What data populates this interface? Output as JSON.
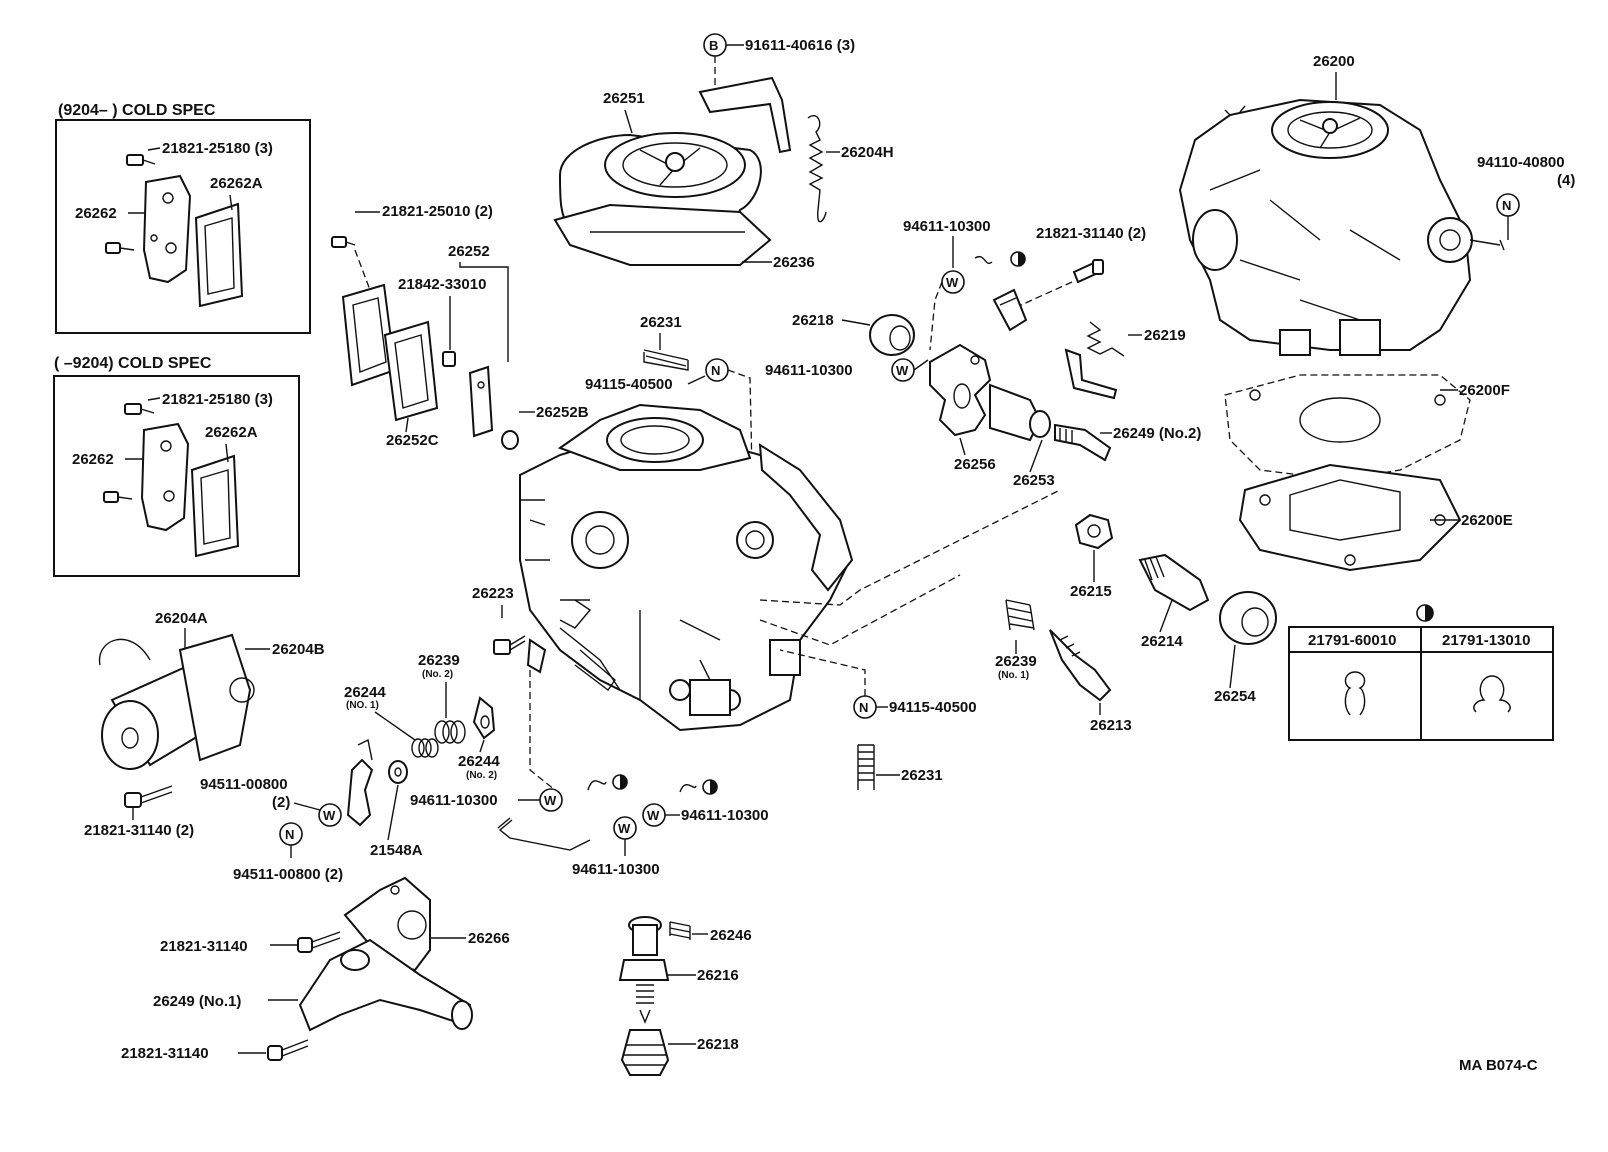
{
  "diagram_code": "MA B074-C",
  "boxes": {
    "cold_spec_new": {
      "heading": "(9204–          ) COLD SPEC",
      "bolt": "21821-25180 (3)",
      "plate": "26262",
      "gasket": "26262A"
    },
    "cold_spec_old": {
      "heading": "(          –9204) COLD SPEC",
      "bolt": "21821-25180 (3)",
      "plate": "26262",
      "gasket": "26262A"
    }
  },
  "clip_table": {
    "symbol": "half-filled-circle",
    "col1": "21791-60010",
    "col2": "21791-13010"
  },
  "labels": {
    "l_91611": "91611-40616 (3)",
    "l_26251": "26251",
    "l_26204H": "26204H",
    "l_26236": "26236",
    "l_26200": "26200",
    "l_94110": "94110-40800",
    "l_94110_q": "(4)",
    "l_21821_25010": "21821-25010 (2)",
    "l_26252": "26252",
    "l_21842": "21842-33010",
    "l_26252B": "26252B",
    "l_26252C": "26252C",
    "l_26231_top": "26231",
    "l_94115_top": "94115-40500",
    "l_94611_a": "94611-10300",
    "l_21821_31140_top": "21821-31140 (2)",
    "l_26218_top": "26218",
    "l_26219": "26219",
    "l_94611_b": "94611-10300",
    "l_26256": "26256",
    "l_26253": "26253",
    "l_26249_no2": "26249 (No.2)",
    "l_26200F": "26200F",
    "l_26200E": "26200E",
    "l_26215": "26215",
    "l_26214": "26214",
    "l_26254": "26254",
    "l_26223": "26223",
    "l_26239_no2": "26239",
    "l_26239_no2_s": "(No. 2)",
    "l_26244_no1": "26244",
    "l_26244_no1_s": "(NO. 1)",
    "l_26244_no2": "26244",
    "l_26244_no2_s": "(No. 2)",
    "l_26239_no1": "26239",
    "l_26239_no1_s": "(No. 1)",
    "l_26213": "26213",
    "l_94115_bot": "94115-40500",
    "l_26231_bot": "26231",
    "l_26204A": "26204A",
    "l_26204B": "26204B",
    "l_94511_a": "94511-00800",
    "l_94511_a_q": "(2)",
    "l_21821_31140_l": "21821-31140 (2)",
    "l_21548A": "21548A",
    "l_94611_c": "94611-10300",
    "l_94611_d": "94611-10300",
    "l_94611_e": "94611-10300",
    "l_94511_b": "94511-00800 (2)",
    "l_26266": "26266",
    "l_21821_31140_m": "21821-31140",
    "l_26249_no1": "26249 (No.1)",
    "l_21821_31140_b": "21821-31140",
    "l_26246": "26246",
    "l_26216": "26216",
    "l_26218_bot": "26218"
  },
  "markers": {
    "B": "B",
    "N": "N",
    "W": "W"
  }
}
